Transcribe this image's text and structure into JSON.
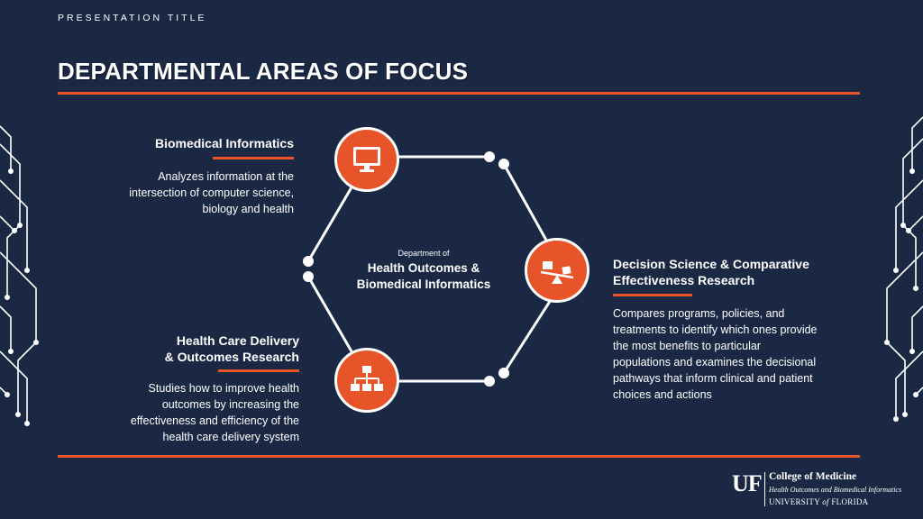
{
  "presentation_title": "PRESENTATION TITLE",
  "slide_title": "DEPARTMENTAL AREAS OF FOCUS",
  "accent_color": "#e8542a",
  "background_color": "#1a2843",
  "center": {
    "small_label": "Department of",
    "line1": "Health Outcomes &",
    "line2": "Biomedical Informatics"
  },
  "areas": {
    "biomedical": {
      "icon": "monitor-icon",
      "title": "Biomedical Informatics",
      "desc": [
        "Analyzes information at the",
        "intersection of computer science,",
        "biology and health"
      ]
    },
    "decision": {
      "icon": "balance-scale-icon",
      "title": [
        "Decision Science & Comparative",
        "Effectiveness Research"
      ],
      "desc": [
        "Compares programs, policies, and",
        "treatments to identify which ones provide",
        "the most benefits to particular",
        "populations and examines the decisional",
        "pathways that inform clinical and patient",
        "choices and actions"
      ]
    },
    "delivery": {
      "icon": "org-chart-icon",
      "title": [
        "Health Care Delivery",
        "& Outcomes Research"
      ],
      "desc": [
        "Studies how to improve health",
        "outcomes by increasing the",
        "effectiveness and efficiency of the",
        "health care delivery system"
      ]
    }
  },
  "logo": {
    "mark": "UF",
    "line1": "College of Medicine",
    "line2": "Health Outcomes and Biomedical Informatics",
    "line3_a": "UNIVERSITY ",
    "line3_b": "of",
    "line3_c": " FLORIDA"
  }
}
